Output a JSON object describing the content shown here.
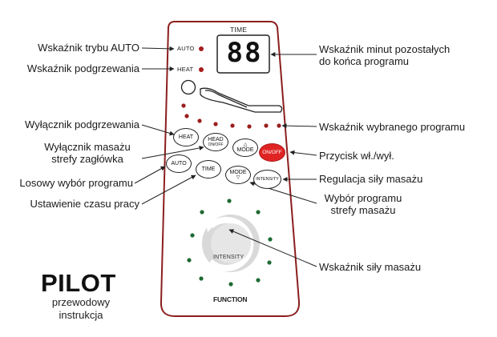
{
  "remote": {
    "time_label": "TIME",
    "display_value": "88",
    "auto_indicator_label": "AUTO",
    "heat_indicator_label": "HEAT",
    "intensity_dial_label": "INTENSITY",
    "function_label": "FUNCTION",
    "buttons": {
      "heat": "HEAT",
      "head": "HEAD",
      "head_sub": "ON/OFF",
      "mode_top": "MODE",
      "on_off": "ON/OFF",
      "auto": "AUTO",
      "time": "TIME",
      "mode_bottom": "MODE",
      "intensity": "INTENSITY"
    },
    "colors": {
      "outline": "#8b1e1e",
      "program_dots": "#9b1d1d",
      "intensity_dots": "#1e6b33",
      "on_off": "#e02424"
    }
  },
  "labels": {
    "auto_mode": "Wskaźnik trybu AUTO",
    "heating_indicator": "Wskaźnik podgrzewania",
    "heating_switch": "Wyłącznik podgrzewania",
    "head_massage": "Wyłącznik masażu\nstrefy zagłówka",
    "random_program": "Losowy wybór programu",
    "work_time": "Ustawienie czasu pracy",
    "minutes_left": "Wskaźnik minut pozostałych\ndo końca programu",
    "selected_program": "Wskaźnik wybranego programu",
    "on_off_button": "Przycisk wł./wył.",
    "massage_strength": "Regulacja siły masażu",
    "zone_program": "Wybór programu\nstrefy masażu",
    "strength_indicator": "Wskaźnik siły masażu"
  },
  "title": {
    "main": "PILOT",
    "sub": "przewodowy\ninstrukcja"
  }
}
